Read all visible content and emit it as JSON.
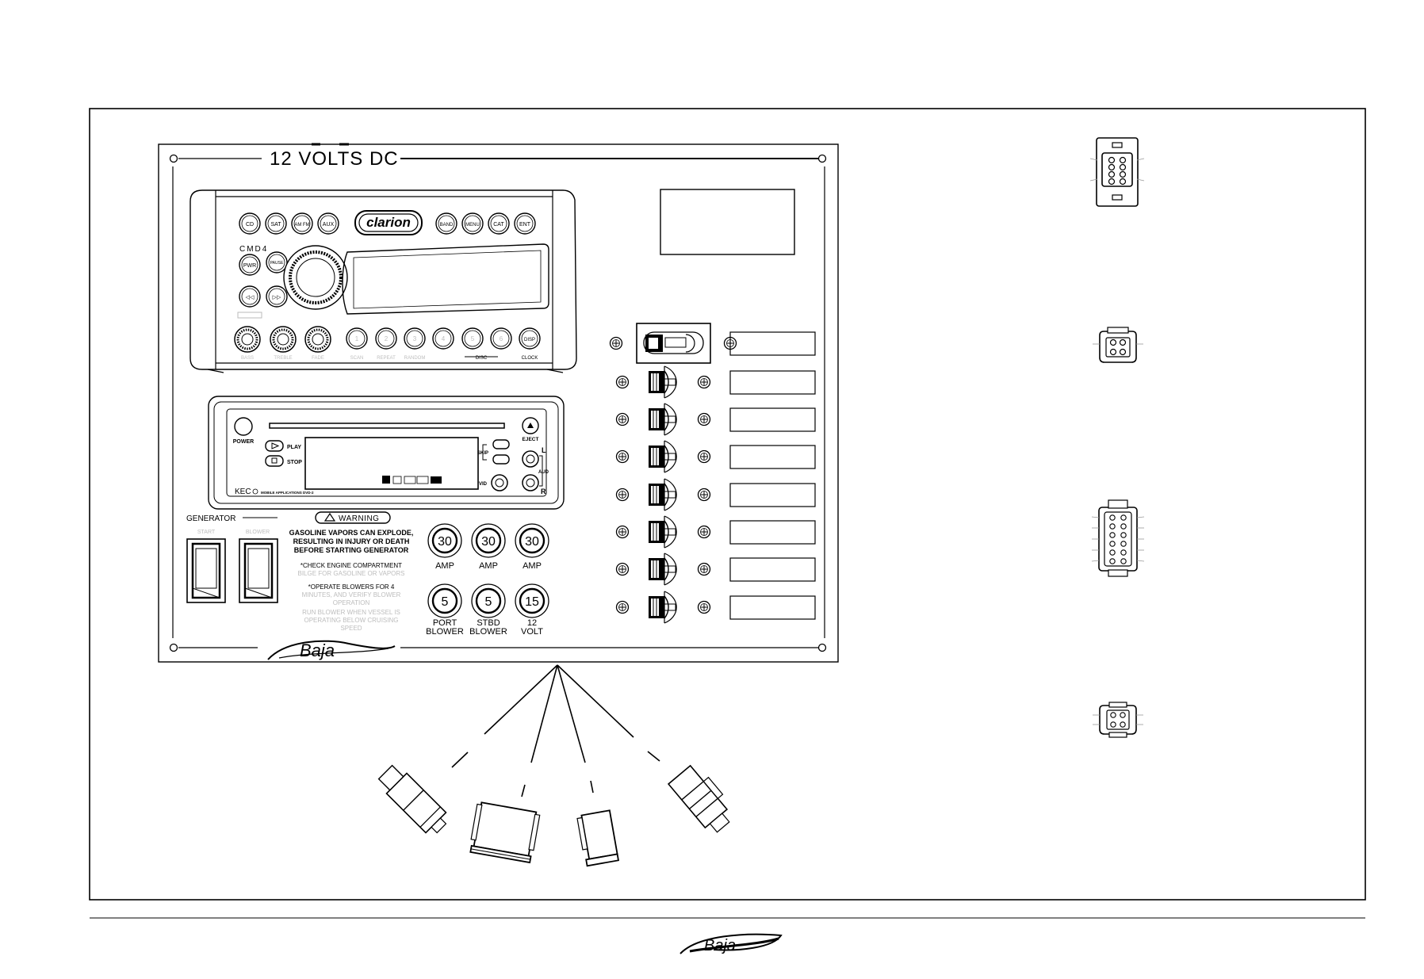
{
  "panel": {
    "title": "12 VOLTS DC",
    "stereo": {
      "brand": "clarion",
      "model": "CMD4",
      "top_buttons": [
        "CD",
        "SAT",
        "AM FM",
        "AUX",
        "BAND",
        "MENU",
        "CAT",
        "ENT"
      ],
      "side_buttons": [
        "PWR",
        "PAUSE",
        "◁◁",
        "▷▷"
      ],
      "knob_labels": [
        "BASS",
        "TREBLE",
        "FADE"
      ],
      "preset_labels": [
        "SCAN",
        "REPEAT",
        "RANDOM",
        "DISC",
        "CLOCK"
      ],
      "preset_numbers": [
        "1",
        "2",
        "3",
        "4",
        "5",
        "6"
      ],
      "disp_button": "DISP"
    },
    "dvd": {
      "power": "POWER",
      "play": "PLAY",
      "stop": "STOP",
      "eject": "EJECT",
      "skip": "SKIP",
      "vid": "VID",
      "aud": "AUD",
      "left": "L",
      "right": "R",
      "brand": "KEC",
      "note": "MOBILE APPLICATIONS DVD-2"
    },
    "generator": {
      "title": "GENERATOR",
      "switches": [
        "START",
        "BLOWER"
      ]
    },
    "warning": {
      "title": "WARNING",
      "lines_bold": [
        "GASOLINE VAPORS CAN EXPLODE,",
        "RESULTING IN INJURY OR DEATH",
        "BEFORE STARTING GENERATOR"
      ],
      "lines": [
        "*CHECK ENGINE COMPARTMENT",
        "BILGE FOR GASOLINE OR VAPORS",
        "*OPERATE BLOWERS FOR 4",
        "MINUTES, AND VERIFY BLOWER",
        "OPERATION",
        "RUN BLOWER WHEN VESSEL IS",
        "OPERATING BELOW CRUISING",
        "SPEED"
      ]
    },
    "breakers_top": [
      {
        "value": "30",
        "label": "AMP"
      },
      {
        "value": "30",
        "label": "AMP"
      },
      {
        "value": "30",
        "label": "AMP"
      }
    ],
    "breakers_bottom": [
      {
        "value": "5",
        "label1": "PORT",
        "label2": "BLOWER"
      },
      {
        "value": "5",
        "label1": "STBD",
        "label2": "BLOWER"
      },
      {
        "value": "15",
        "label1": "12",
        "label2": "VOLT"
      }
    ],
    "logo": "Baja"
  },
  "footer": {
    "logo": "Baja"
  }
}
